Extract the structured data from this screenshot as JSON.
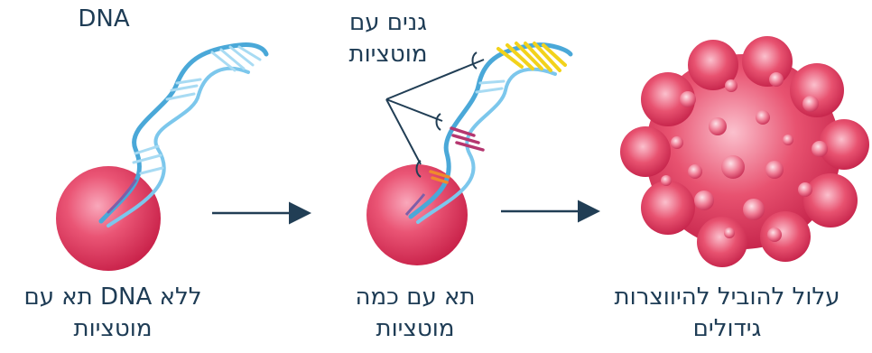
{
  "labels": {
    "dna": "DNA",
    "mutated_genes": [
      "גנים עם",
      "מוטציות"
    ],
    "cell1": [
      "תא עם DNA ללא",
      "מוטציות"
    ],
    "cell2": [
      "תא עם כמה",
      "מוטציות"
    ],
    "cell3": [
      "עלול להוביל להיווצרות",
      "גידולים"
    ]
  },
  "colors": {
    "cell": "#e64667",
    "dna_blue": "#5fb6e2",
    "mutation_yellow": "#f2d21b",
    "mutation_magenta": "#b5366f",
    "mutation_orange": "#f08a2c",
    "arrow": "#213e55"
  }
}
